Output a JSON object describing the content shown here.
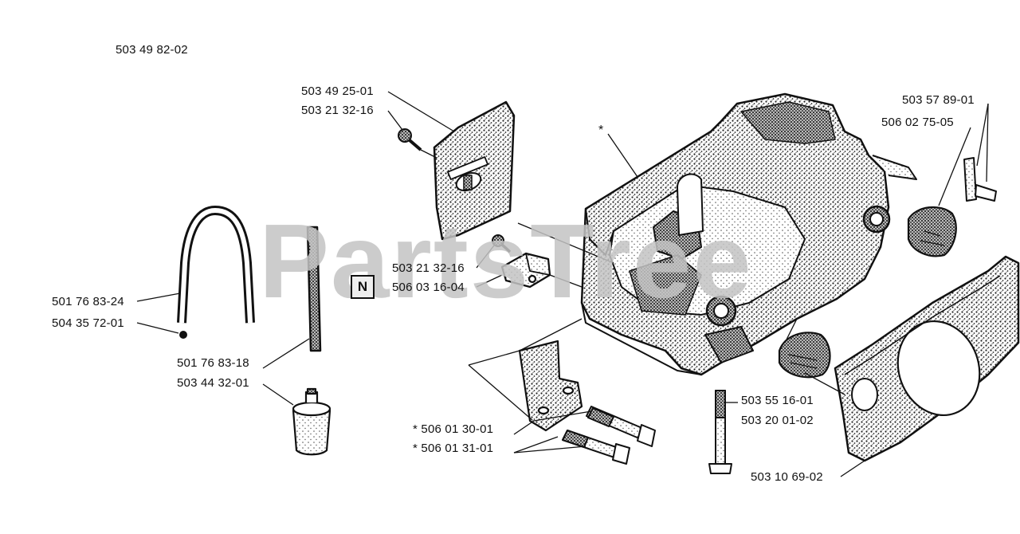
{
  "diagram": {
    "assembly_number": "503 49 82-02",
    "watermark": "PartsTree",
    "badge": "N",
    "asterisk": "*",
    "labels": {
      "plate_top": "503 49 25-01",
      "plate_screw": "503 21 32-16",
      "small_screw": "503 21 32-16",
      "small_bracket": "506 03 16-04",
      "hose_loop": "501 76 83-24",
      "hose_plug": "504 35 72-01",
      "strip": "501 76 83-18",
      "filter": "503 44 32-01",
      "bolt_a": "* 506 01 30-01",
      "bolt_b": "* 506 01 31-01",
      "pin": "503 57 89-01",
      "buffer_top": "506 02 75-05",
      "buffer_bottom": "503 55 16-01",
      "long_bolt": "503 20 01-02",
      "cover_plate": "503 10 69-02"
    }
  }
}
